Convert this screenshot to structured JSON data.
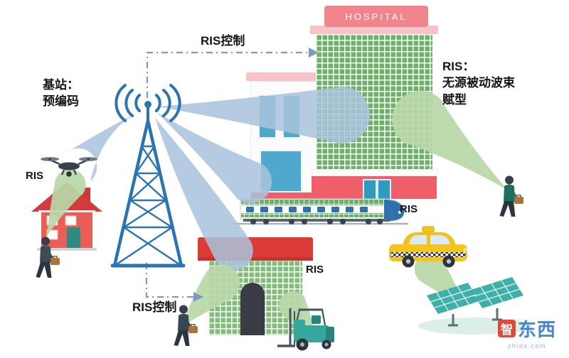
{
  "labels": {
    "base_station": "基站：\n预编码",
    "ris_control_top": "RIS控制",
    "ris_control_bottom": "RIS控制",
    "ris_passive": "RIS：\n无源被动波束\n赋型",
    "ris_drone": "RIS",
    "ris_train": "RIS",
    "ris_building": "RIS"
  },
  "hospital": {
    "sign": "HOSPITAL"
  },
  "watermark": {
    "logo_char": "智",
    "logo_text": "东西",
    "site": "zhidx.com"
  },
  "colors": {
    "tower_blue": "#2a74b0",
    "beam_blue": "#a9c2dc",
    "beam_green": "#b8d8a8",
    "hospital_pink": "#f2848d",
    "ris_facade_green": "#6db069",
    "roof_red": "#dd3b35",
    "taxi_yellow": "#f5c51e",
    "vehicle_teal": "#36a79e",
    "watermark_blue": "#3a7dc9",
    "watermark_red": "#e23c32"
  },
  "icons": {
    "base_station": "lattice-tower-with-radio-waves",
    "drone": "quadcopter-drone",
    "house": "red-house",
    "hospital": "hospital-building-with-ris-facade",
    "shop": "building-with-ris-facade",
    "train": "high-speed-train",
    "taxi": "yellow-taxi",
    "solar": "solar-panel-array",
    "forklift": "forklift",
    "pedestrian": "walking-person-with-briefcase"
  }
}
